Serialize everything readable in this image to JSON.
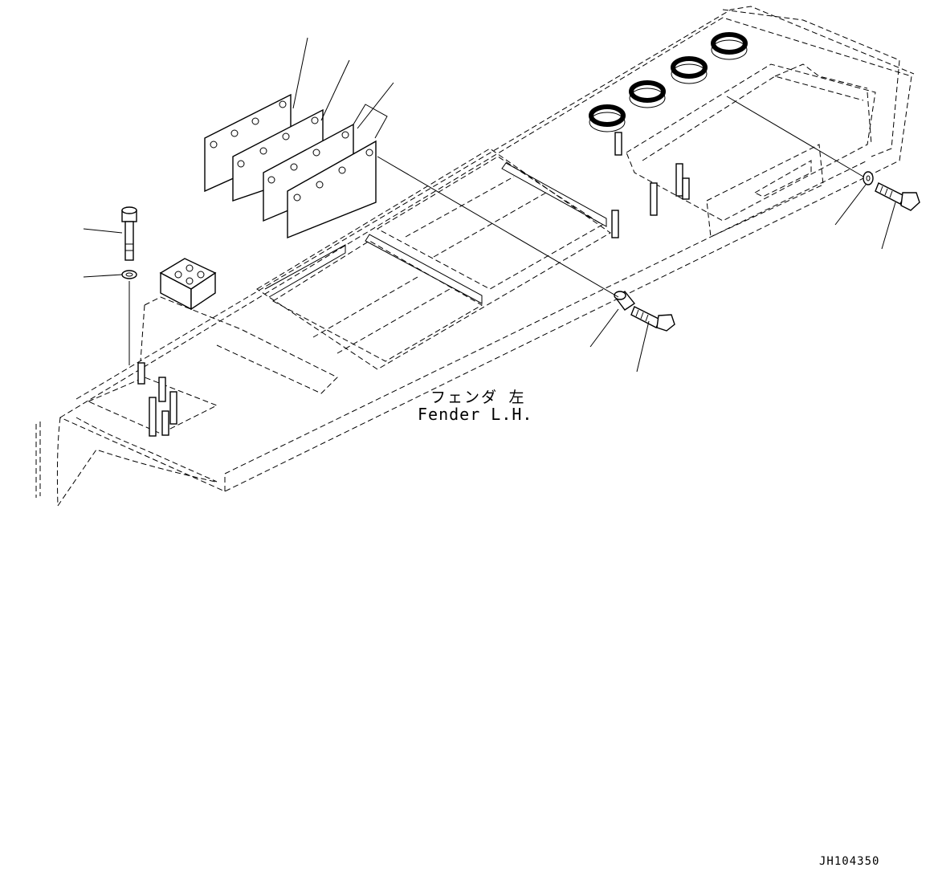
{
  "drawing": {
    "label_jp": "フェンダ 左",
    "label_en": "Fender L.H.",
    "drawing_code": "JH104350"
  },
  "parts": {
    "shim_plates": 4,
    "bolts": 3,
    "washers": 2,
    "spacers": 1
  }
}
